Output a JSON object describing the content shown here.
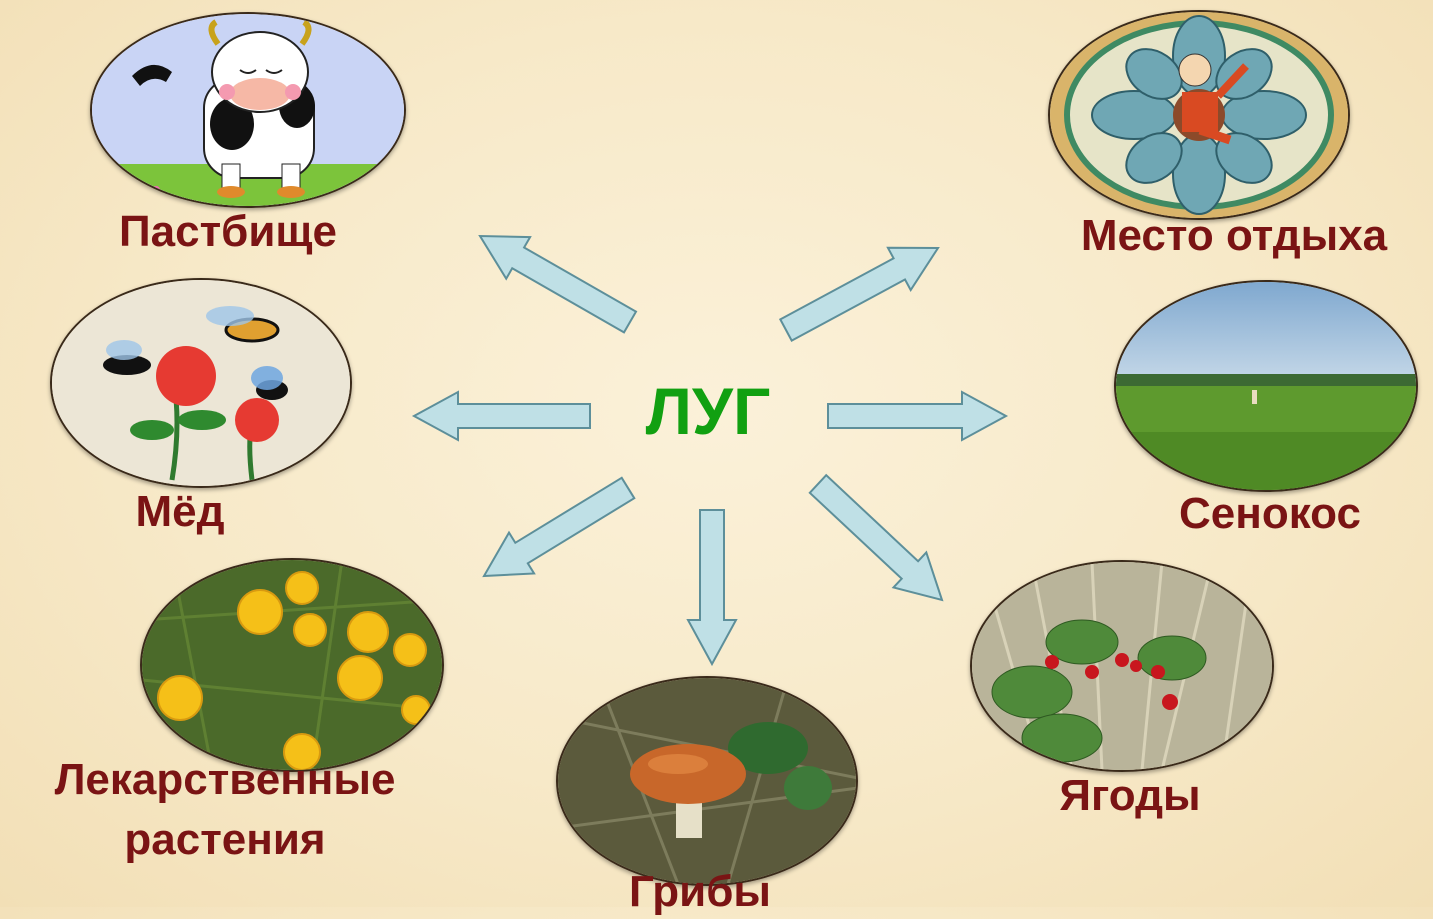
{
  "center": {
    "label": "ЛУГ"
  },
  "nodes": {
    "pasture": {
      "label": "Пастбище"
    },
    "rest": {
      "label": "Место отдыха"
    },
    "honey": {
      "label": "Мёд"
    },
    "haymaking": {
      "label": "Сенокос"
    },
    "medicinal": {
      "label_line1": "Лекарственные",
      "label_line2": "растения"
    },
    "berries": {
      "label": "Ягоды"
    },
    "mushrooms": {
      "label": "Грибы"
    }
  },
  "colors": {
    "label": "#7a1414",
    "center": "#11a011",
    "arrow_fill": "#bfe0e6",
    "arrow_stroke": "#5d8f9a",
    "background": "#f7e9c8"
  }
}
